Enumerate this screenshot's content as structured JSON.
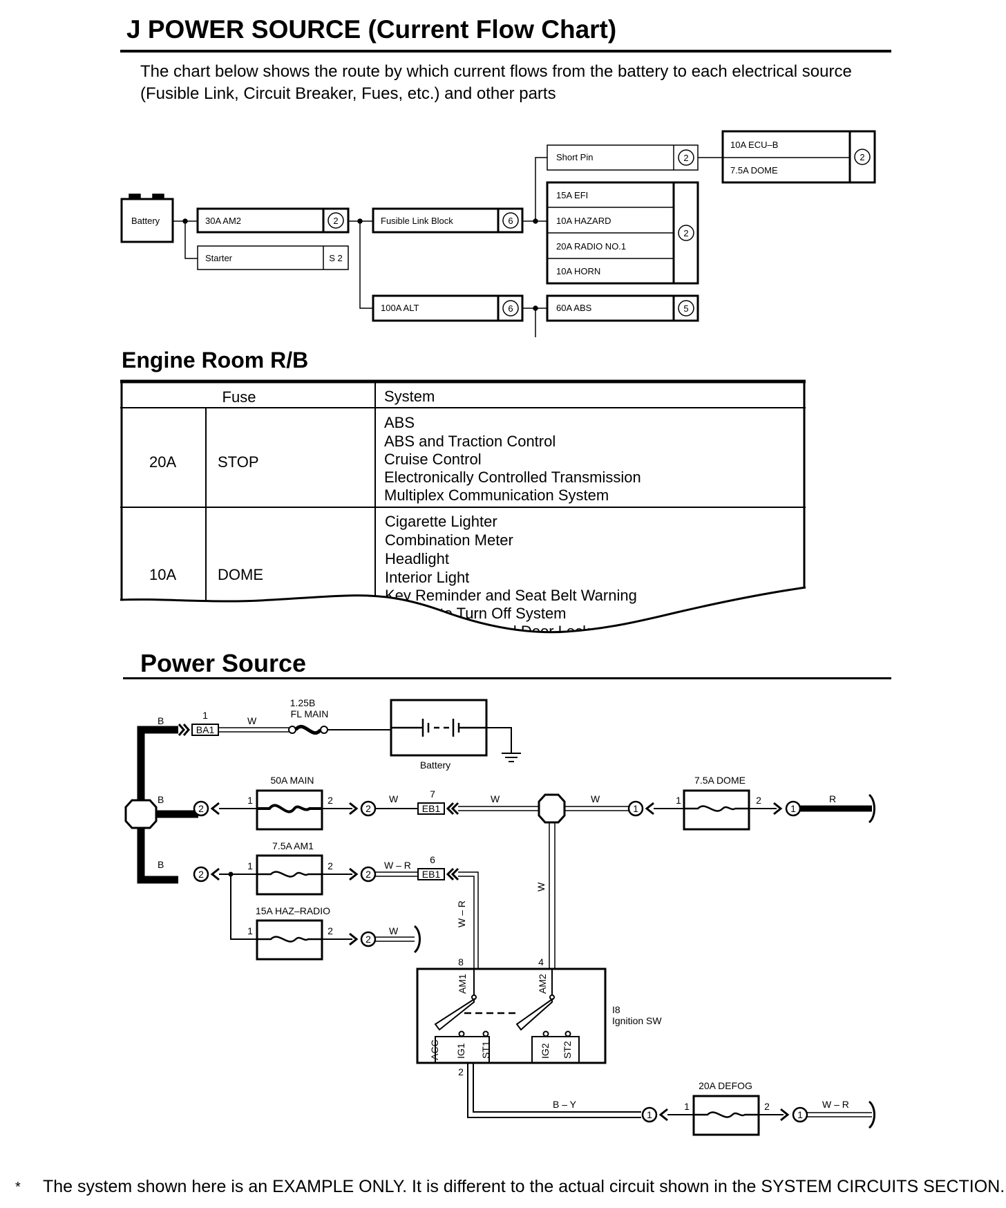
{
  "title": "J POWER SOURCE (Current Flow Chart)",
  "intro": {
    "line1": "The chart below shows the route by which current flows from the battery to each electrical source",
    "line2": "(Fusible Link, Circuit Breaker, Fues, etc.) and other parts"
  },
  "flow_chart": {
    "battery": "Battery",
    "am2": "30A AM2",
    "starter": "Starter",
    "starter_code": "S 2",
    "fusible_link_block": "Fusible Link Block",
    "alt": "100A ALT",
    "short_pin": "Short Pin",
    "efi_group": [
      "15A EFI",
      "10A HAZARD",
      "20A RADIO NO.1",
      "10A HORN"
    ],
    "ecu_group": [
      "10A ECU–B",
      "7.5A DOME"
    ],
    "abs": "60A ABS",
    "badges": {
      "am2": "2",
      "flb": "6",
      "alt": "6",
      "short_pin": "2",
      "efi_group": "2",
      "ecu_group": "2",
      "abs": "5"
    }
  },
  "engine_room": {
    "heading": "Engine Room R/B",
    "col_fuse": "Fuse",
    "col_system": "System",
    "rows": [
      {
        "amp": "20A",
        "name": "STOP",
        "systems": [
          "ABS",
          "ABS and Traction Control",
          "Cruise Control",
          "Electronically Controlled Transmission",
          "Multiplex Communication System"
        ]
      },
      {
        "amp": "10A",
        "name": "DOME",
        "systems": [
          "Cigarette Lighter",
          "Combination Meter",
          "Headlight",
          "Interior Light",
          "Key Reminder and Seat Belt Warning",
          "Light Auto Turn Off System",
          "Theft Deterrent and Door Lock"
        ]
      }
    ]
  },
  "power_source": {
    "heading": "Power Source",
    "fl_main_rating": "1.25B",
    "fl_main": "FL MAIN",
    "battery": "Battery",
    "fuse_50a_main": "50A MAIN",
    "fuse_7_5a_am1": "7.5A AM1",
    "fuse_15a_haz_radio": "15A HAZ–RADIO",
    "fuse_7_5a_dome": "7.5A DOME",
    "fuse_20a_defog": "20A DEFOG",
    "ignition_code": "I8",
    "ignition_name": "Ignition SW",
    "connector_ba1": "BA1",
    "connector_eb1": "EB1",
    "wire_b": "B",
    "wire_w": "W",
    "wire_r": "R",
    "wire_wr": "W – R",
    "wire_by": "B – Y",
    "pin_1": "1",
    "pin_2": "2",
    "pin_4": "4",
    "pin_6": "6",
    "pin_7": "7",
    "pin_8": "8",
    "sw_am1": "AM1",
    "sw_am2": "AM2",
    "sw_acc": "ACC",
    "sw_ig1": "IG1",
    "sw_st1": "ST1",
    "sw_ig2": "IG2",
    "sw_st2": "ST2"
  },
  "footnote": {
    "star": "*",
    "text": "The system shown here is an EXAMPLE ONLY. It is different to the actual circuit shown in the SYSTEM CIRCUITS SECTION."
  }
}
